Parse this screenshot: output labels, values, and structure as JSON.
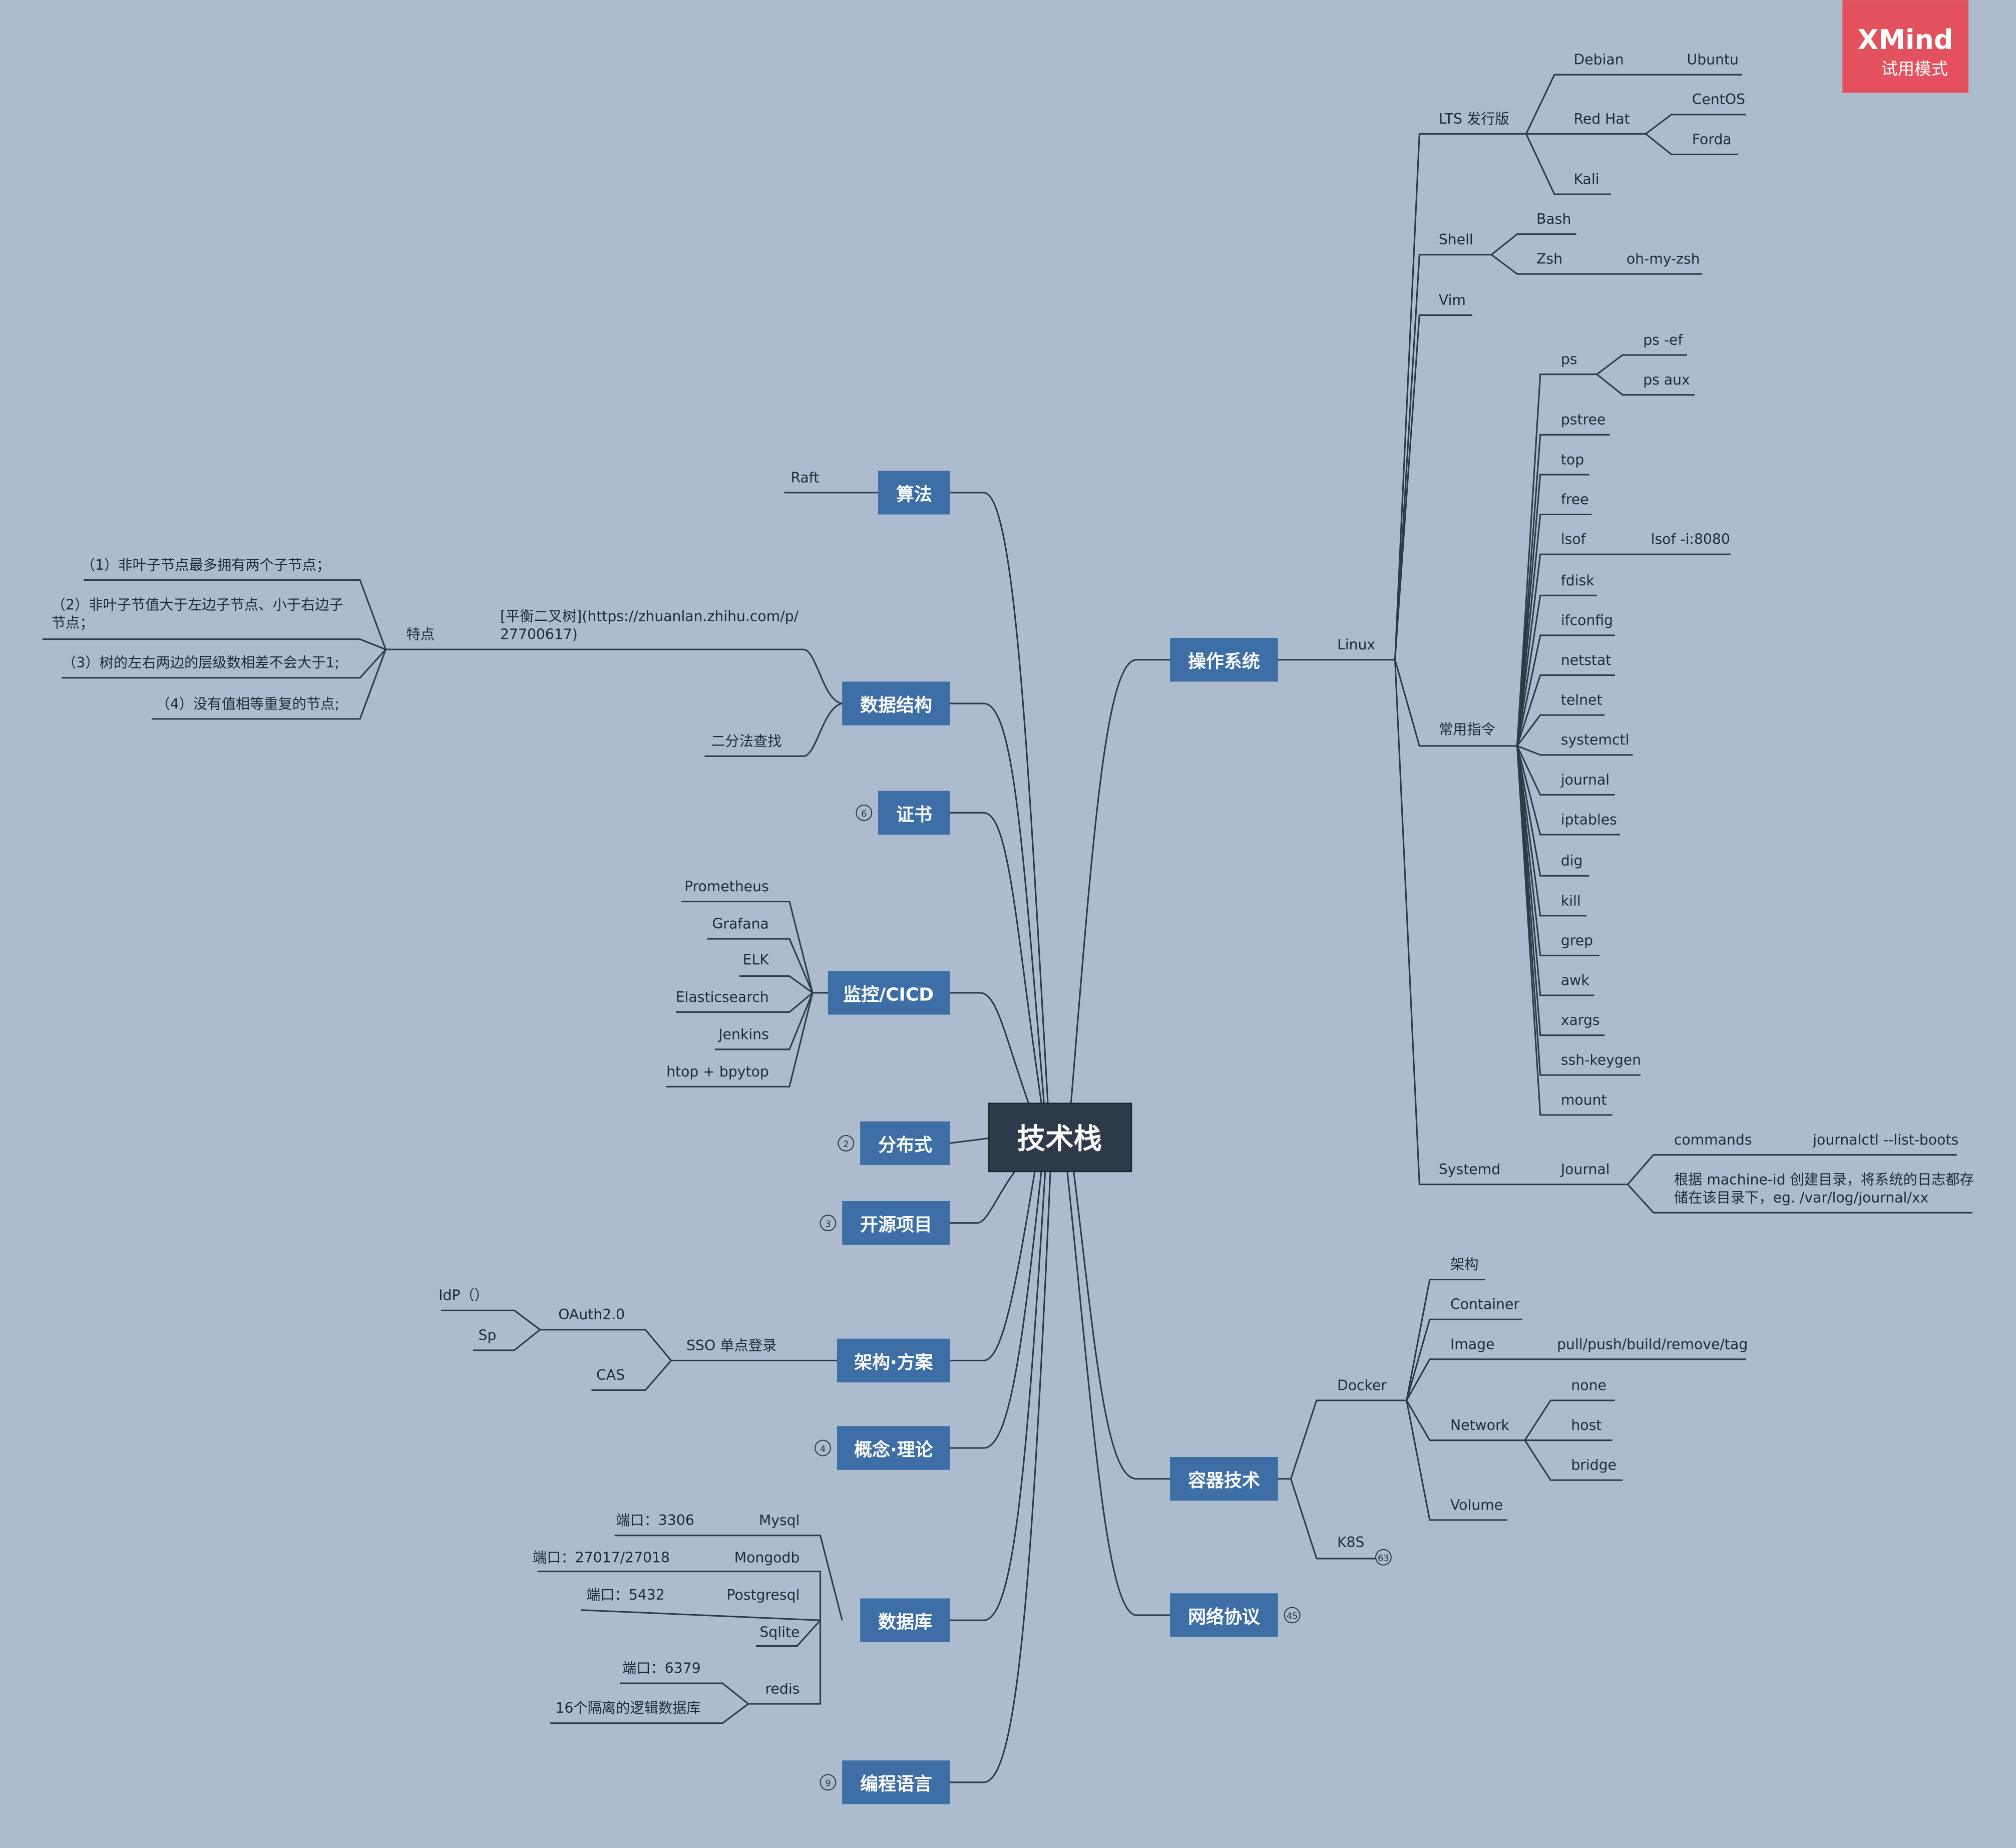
{
  "colors": {
    "background": "#adbbce",
    "root": "#2c3a4a",
    "branch": "#3d6fa6",
    "line": "#2c3a4a",
    "watermark": "#e3515f"
  },
  "watermark": {
    "brand": "XMind",
    "mode": "试用模式"
  },
  "root": {
    "label": "技术栈"
  },
  "badges": {
    "cert": "6",
    "distributed": "2",
    "opensource": "3",
    "concepts": "4",
    "k8s": "63",
    "network": "45",
    "languages": "9"
  },
  "left": {
    "algorithms": {
      "label": "算法",
      "items": [
        "Raft"
      ]
    },
    "data_structures": {
      "label": "数据结构",
      "balanced_tree": {
        "link": "[平衡二叉树](https://zhuanlan.zhihu.com/p/",
        "link_cont": "27700617)",
        "feature": "特点",
        "rules": [
          "（1）非叶子节点最多拥有两个子节点；",
          "（2）非叶子节值大于左边子节点、小于右边子",
          "节点；",
          "（3）树的左右两边的层级数相差不会大于1;",
          "（4）没有值相等重复的节点;"
        ]
      },
      "binary_search": "二分法查找"
    },
    "certificates": {
      "label": "证书"
    },
    "monitoring": {
      "label": "监控/CICD",
      "items": [
        "Prometheus",
        "Grafana",
        "ELK",
        "Elasticsearch",
        "Jenkins",
        "htop + bpytop"
      ]
    },
    "distributed": {
      "label": "分布式"
    },
    "open_source": {
      "label": "开源项目"
    },
    "architecture": {
      "label": "架构·方案",
      "sso": "SSO 单点登录",
      "oauth": "OAuth2.0",
      "idp": "IdP（）",
      "sp": "Sp",
      "cas": "CAS"
    },
    "concepts": {
      "label": "概念·理论"
    },
    "databases": {
      "label": "数据库",
      "mysql": "Mysql",
      "mysql_port": "端口：3306",
      "mongodb": "Mongodb",
      "mongodb_port": "端口：27017/27018",
      "postgresql": "Postgresql",
      "postgresql_port": "端口：5432",
      "sqlite": "Sqlite",
      "redis": "redis",
      "redis_port": "端口：6379",
      "redis_db": "16个隔离的逻辑数据库"
    },
    "languages": {
      "label": "编程语言"
    }
  },
  "right": {
    "os": {
      "label": "操作系统",
      "linux": "Linux",
      "lts": "LTS 发行版",
      "debian": "Debian",
      "ubuntu": "Ubuntu",
      "redhat": "Red Hat",
      "centos": "CentOS",
      "forda": "Forda",
      "kali": "Kali",
      "shell": "Shell",
      "bash": "Bash",
      "zsh": "Zsh",
      "ohmyzsh": "oh-my-zsh",
      "vim": "Vim",
      "commands": "常用指令",
      "ps": "ps",
      "ps_ef": "ps -ef",
      "ps_aux": "ps aux",
      "lsof": "lsof",
      "lsof_i": "lsof -i:8080",
      "cmds": [
        "pstree",
        "top",
        "free",
        "fdisk",
        "ifconfig",
        "netstat",
        "telnet",
        "systemctl",
        "journal",
        "iptables",
        "dig",
        "kill",
        "grep",
        "awk",
        "xargs",
        "ssh-keygen",
        "mount"
      ],
      "systemd": "Systemd",
      "journal_node": "Journal",
      "j_commands": "commands",
      "j_list_boots": "journalctl --list-boots",
      "j_note1": "根据 machine-id 创建目录，将系统的日志都存",
      "j_note2": "储在该目录下，eg. /var/log/journal/xx"
    },
    "containers": {
      "label": "容器技术",
      "docker": "Docker",
      "arch": "架构",
      "container": "Container",
      "image": "Image",
      "image_cmds": "pull/push/build/remove/tag",
      "network": "Network",
      "none": "none",
      "host": "host",
      "bridge": "bridge",
      "volume": "Volume",
      "k8s": "K8S"
    },
    "network": {
      "label": "网络协议"
    }
  }
}
